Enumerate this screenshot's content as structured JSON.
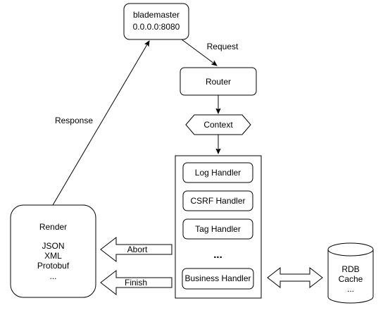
{
  "nodes": {
    "blademaster": {
      "line1": "blademaster",
      "line2": "0.0.0.0:8080"
    },
    "router": {
      "label": "Router"
    },
    "context": {
      "label": "Context"
    },
    "handlers": {
      "log": "Log Handler",
      "csrf": "CSRF Handler",
      "tag": "Tag Handler",
      "ellipsis": "...",
      "business": "Business Handler"
    },
    "render": {
      "title": "Render",
      "formats": [
        "JSON",
        "XML",
        "Protobuf",
        "..."
      ]
    },
    "storage": {
      "line1": "RDB",
      "line2": "Cache",
      "line3": "..."
    }
  },
  "edges": {
    "request": "Request",
    "response": "Response",
    "abort": "Abort",
    "finish": "Finish"
  }
}
